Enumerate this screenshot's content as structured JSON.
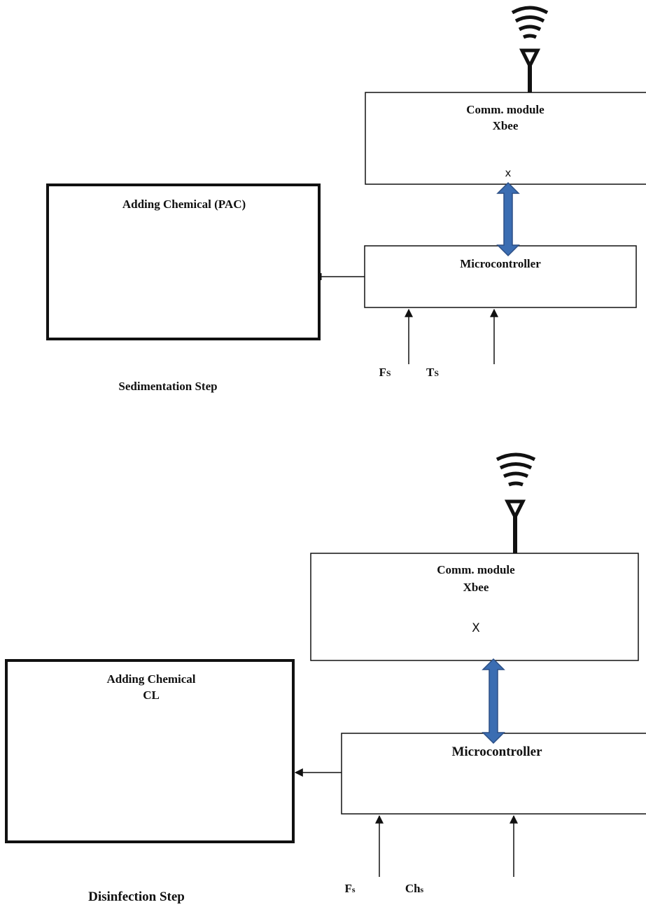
{
  "sedimentation": {
    "chemical_box": "Adding Chemical (PAC)",
    "comm_line1": "Comm. module",
    "comm_line2": "Xbee",
    "comm_mark": "x",
    "micro": "Microcontroller",
    "input1_main": "F",
    "input1_sub": "S",
    "input2_main": "T",
    "input2_sub": "S",
    "step_label": "Sedimentation Step"
  },
  "disinfection": {
    "chemical_line1": "Adding Chemical",
    "chemical_line2": "CL",
    "comm_line1": "Comm. module",
    "comm_line2": "Xbee",
    "comm_mark": "X",
    "micro": "Microcontroller",
    "input1_main": "F",
    "input1_sub": "s",
    "input2_main": "Ch",
    "input2_sub": "s",
    "step_label": "Disinfection Step"
  },
  "icons": [
    "wifi-signal-icon",
    "antenna-icon",
    "bidirectional-arrow-icon"
  ],
  "colors": {
    "arrow_fill": "#3b6db2",
    "arrow_stroke": "#2c4f85",
    "line": "#111111"
  }
}
